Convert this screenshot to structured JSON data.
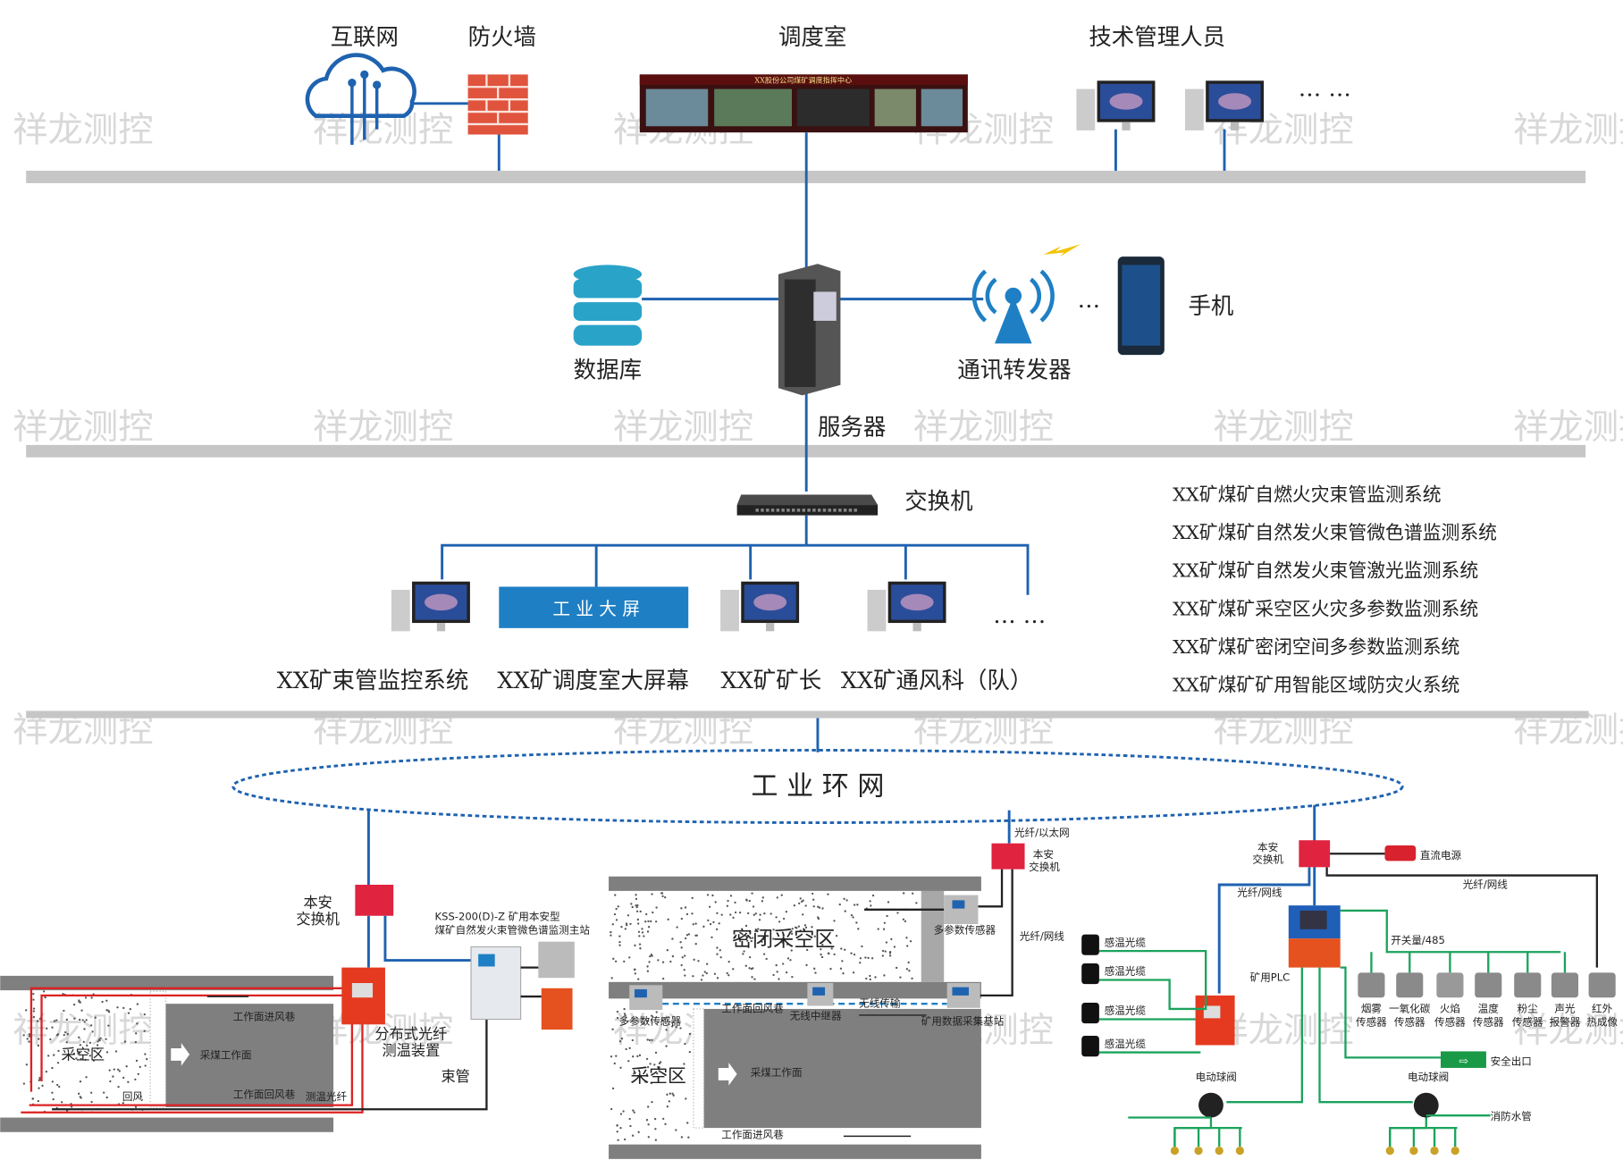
{
  "colors": {
    "network_line": "#1f62b0",
    "bus_bar": "#c6c6c6",
    "signal_line": "#1aa35c",
    "red_device": "#e02a2a",
    "big_screen": "#1f7fc4"
  },
  "watermark": "祥龙测控",
  "top": {
    "internet": "互联网",
    "firewall": "防火墙",
    "dispatch_room": "调度室",
    "tech_staff": "技术管理人员",
    "ellipsis": "… …",
    "screen_banner": "XX股份公司煤矿调度指挥中心"
  },
  "middle": {
    "database": "数据库",
    "server": "服务器",
    "repeater": "通讯转发器",
    "ellipsis": "…",
    "phone": "手机"
  },
  "switch_tier": {
    "switch": "交换机",
    "big_screen": "工 业 大 屏",
    "ellipsis": "… …",
    "clients": [
      "XX矿束管监控系统",
      "XX矿调度室大屏幕",
      "XX矿矿长",
      "XX矿通风科（队）"
    ]
  },
  "systems": [
    "XX矿煤矿自燃火灾束管监测系统",
    "XX矿煤矿自然发火束管微色谱监测系统",
    "XX矿煤矿自然发火束管激光监测系统",
    "XX矿煤矿采空区火灾多参数监测系统",
    "XX矿煤矿密闭空间多参数监测系统",
    "XX矿煤矿矿用智能区域防灾火系统"
  ],
  "ring": "工 业 环 网",
  "left_zone": {
    "switch_1": "本安",
    "switch_2": "交换机",
    "station_1": "KSS-200(D)-Z 矿用本安型",
    "station_2": "煤矿自然发火束管微色谱监测主站",
    "fiber_device_1": "分布式光纤",
    "fiber_device_2": "测温装置",
    "tube": "束管",
    "goaf": "采空区",
    "intake": "工作面进风巷",
    "face": "采煤工作面",
    "return_way": "工作面回风巷",
    "return_air": "回风",
    "fiber": "测温光纤"
  },
  "mid_zone": {
    "fiber_eth": "光纤/以太网",
    "switch_1": "本安",
    "switch_2": "交换机",
    "fiber_net": "光纤/网线",
    "sealed": "密闭采空区",
    "sensor_a": "多参数传感器",
    "sensor_b": "多参数传感器",
    "return_way": "工作面回风巷",
    "relay": "无线中继器",
    "wireless": "无线传输",
    "base_station": "矿用数据采集基站",
    "goaf": "采空区",
    "face": "采煤工作面",
    "intake": "工作面进风巷"
  },
  "right_zone": {
    "switch_1": "本安",
    "switch_2": "交换机",
    "dc_power": "直流电源",
    "fiber_net_a": "光纤/网线",
    "fiber_net_b": "光纤/网线",
    "plc": "矿用PLC",
    "bus": "开关量/485",
    "cable": "感温光缆",
    "exit": "安全出口",
    "valve": "电动球阀",
    "water": "消防水管",
    "sensors": [
      [
        "烟雾",
        "传感器"
      ],
      [
        "一氧化碳",
        "传感器"
      ],
      [
        "火焰",
        "传感器"
      ],
      [
        "温度",
        "传感器"
      ],
      [
        "粉尘",
        "传感器"
      ],
      [
        "声光",
        "报警器"
      ],
      [
        "红外",
        "热成像"
      ]
    ]
  }
}
